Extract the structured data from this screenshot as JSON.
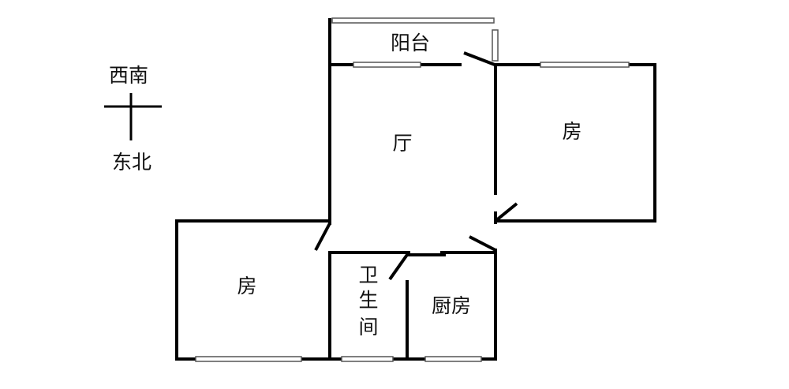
{
  "compass": {
    "top": "西南",
    "bottom": "东北"
  },
  "rooms": {
    "balcony": "阳台",
    "living": "厅",
    "bedroom_right": "房",
    "bedroom_left": "房",
    "bathroom": [
      "卫",
      "生",
      "间"
    ],
    "kitchen": "厨房"
  }
}
